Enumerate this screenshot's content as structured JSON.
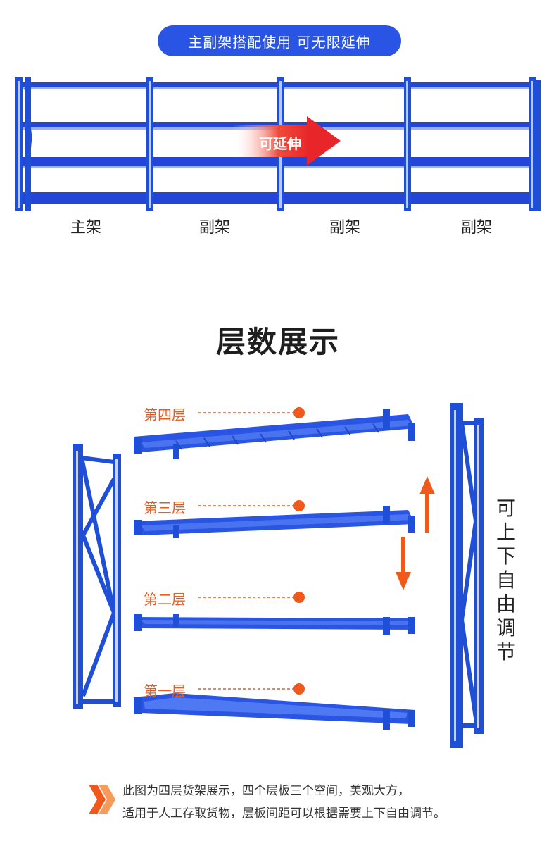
{
  "top_banner": {
    "text": "主副架搭配使用 可无限延伸"
  },
  "extension_arrow": {
    "text": "可延伸"
  },
  "rack_labels": [
    "主架",
    "副架",
    "副架",
    "副架"
  ],
  "section": {
    "title": "层数展示"
  },
  "layers": [
    "第四层",
    "第三层",
    "第二层",
    "第一层"
  ],
  "adjust_text": [
    "可",
    "上",
    "下",
    "自",
    "由",
    "调",
    "节"
  ],
  "notes": [
    "此图为四层货架展示，四个层板三个空间，美观大方，",
    "适用于人工存取货物，层板间距可以根据需要上下自由调节。"
  ],
  "colors": {
    "blue": "#2a54e3",
    "rack_blue": "#1f4fd6",
    "orange": "#ef5a1c",
    "red_arrow": "#e8262a"
  }
}
